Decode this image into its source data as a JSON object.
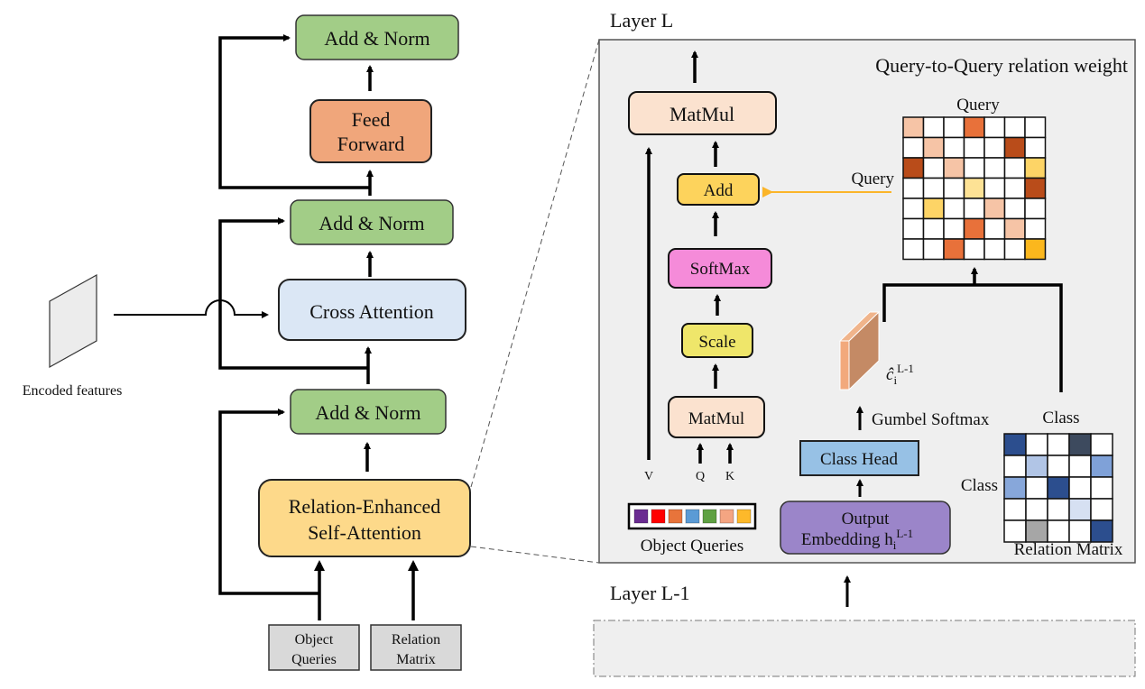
{
  "left": {
    "add_norm_top": "Add & Norm",
    "feed_forward": [
      "Feed",
      "Forward"
    ],
    "add_norm_mid": "Add & Norm",
    "cross_attention": "Cross Attention",
    "add_norm_bottom": "Add & Norm",
    "relation_self_attention": [
      "Relation-Enhanced",
      "Self-Attention"
    ],
    "input_object_queries": [
      "Object",
      "Queries"
    ],
    "input_relation_matrix": [
      "Relation",
      "Matrix"
    ],
    "encoded_features": "Encoded features"
  },
  "right": {
    "layer_l": "Layer L",
    "layer_l_minus_1": "Layer L-1",
    "title": "Query-to-Query relation weight",
    "matmul_top": "MatMul",
    "add": "Add",
    "softmax": "SoftMax",
    "scale": "Scale",
    "matmul_bottom": "MatMul",
    "v_label": "V",
    "q_label": "Q",
    "k_label": "K",
    "object_queries_label": "Object Queries",
    "object_query_colors": [
      "#6a2c91",
      "#ff0000",
      "#e8743b",
      "#5b9bd5",
      "#5fa143",
      "#f4a582",
      "#fdb92a"
    ],
    "output_embedding": [
      "Output",
      "Embedding h"
    ],
    "output_embedding_sub": "i",
    "output_embedding_sup": "L-1",
    "class_head": "Class Head",
    "gumbel_softmax": "Gumbel Softmax",
    "c_hat_base": "ĉ",
    "c_hat_sub": "i",
    "c_hat_sup": "L-1",
    "query_axis_top": "Query",
    "query_axis_left": "Query",
    "query_matrix": [
      [
        "#f6c4a6",
        "#fff",
        "#fff",
        "#e8713a",
        "#fff",
        "#fff",
        "#fff"
      ],
      [
        "#fff",
        "#f6c4a6",
        "#fff",
        "#fff",
        "#fff",
        "#b94c1a",
        "#fff"
      ],
      [
        "#b94c1a",
        "#fff",
        "#f6c4a6",
        "#fff",
        "#fff",
        "#fff",
        "#fdd466"
      ],
      [
        "#fff",
        "#fff",
        "#fff",
        "#fde295",
        "#fff",
        "#fff",
        "#b94c1a"
      ],
      [
        "#fff",
        "#fdd466",
        "#fff",
        "#fff",
        "#f6c4a6",
        "#fff",
        "#fff"
      ],
      [
        "#fff",
        "#fff",
        "#fff",
        "#e8713a",
        "#fff",
        "#f6c4a6",
        "#fff"
      ],
      [
        "#fff",
        "#fff",
        "#e8713a",
        "#fff",
        "#fff",
        "#fff",
        "#fbb71d"
      ]
    ],
    "class_axis_top": "Class",
    "class_axis_left": "Class",
    "relation_matrix_label": "Relation Matrix",
    "relation_matrix": [
      [
        "#2c4e8e",
        "#fff",
        "#fff",
        "#3d4a5e",
        "#fff"
      ],
      [
        "#fff",
        "#b1c5e6",
        "#fff",
        "#fff",
        "#7fa1d8"
      ],
      [
        "#87a7da",
        "#fff",
        "#2c4e8e",
        "#fff",
        "#fff"
      ],
      [
        "#fff",
        "#fff",
        "#fff",
        "#d6e0f2",
        "#fff"
      ],
      [
        "#fff",
        "#a6a6a6",
        "#fff",
        "#fff",
        "#2c4e8e"
      ]
    ]
  },
  "colors": {
    "add_norm": "#a2cd87",
    "feed_forward": "#f0a67b",
    "cross_attention": "#dbe7f5",
    "relation_attention": "#fdd98a",
    "input_box": "#d9d9d9",
    "panel": "#efefef",
    "matmul": "#fbe2cf",
    "add_box": "#fdd35c",
    "softmax": "#f58bd9",
    "scale": "#efe66a",
    "class_head": "#97c1e5",
    "output_embedding": "#9b85c9",
    "query_arrow": "#fbb529"
  }
}
